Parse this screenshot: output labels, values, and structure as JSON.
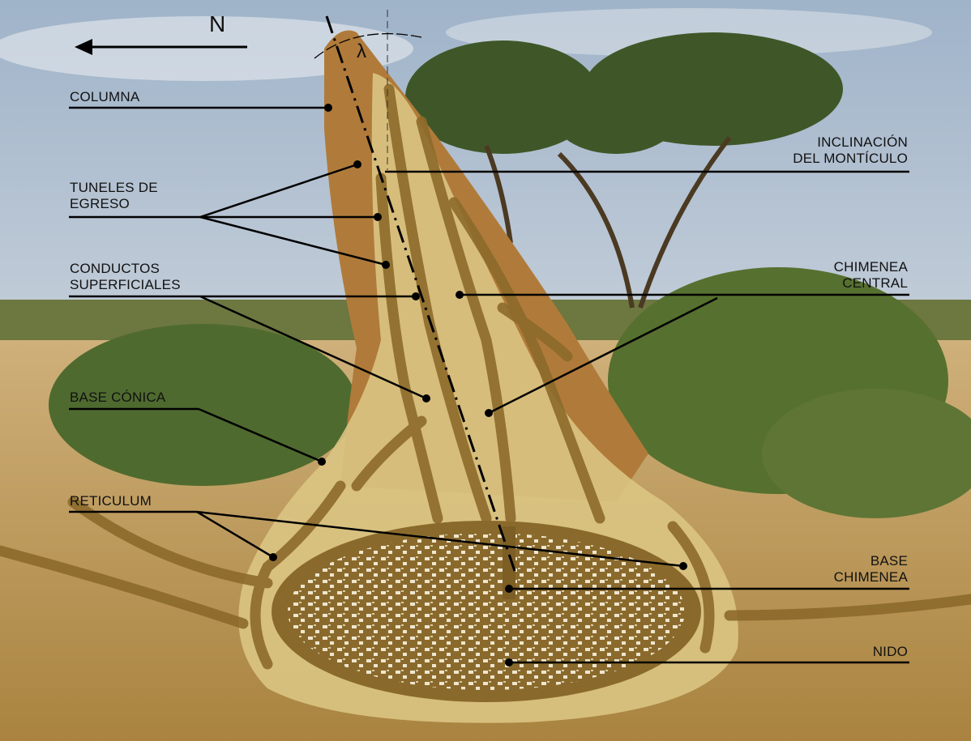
{
  "compass": {
    "label": "N",
    "icon": "north-arrow-icon"
  },
  "angle": {
    "symbol": "λ"
  },
  "labels": {
    "columna": [
      "COLUMNA"
    ],
    "tuneles": [
      "TUNELES DE",
      "EGRESO"
    ],
    "conductos": [
      "CONDUCTOS",
      "SUPERFICIALES"
    ],
    "base_conica": [
      "BASE CÓNICA"
    ],
    "reticulum": [
      "RETICULUM"
    ],
    "inclinacion": [
      "INCLINACIÓN",
      "DEL MONTÍCULO"
    ],
    "chimenea_central": [
      "CHIMENEA",
      "CENTRAL"
    ],
    "base_chimenea": [
      "BASE",
      "CHIMENEA"
    ],
    "nido": [
      "NIDO"
    ]
  },
  "colors": {
    "sky_top": "#aebfd0",
    "sky_low": "#d9dde2",
    "grass": "#c9a56a",
    "bush": "#556b35",
    "mound_rock": "#b5813f",
    "overlay_fill": "#dcc684",
    "overlay_channel": "#8c6a2b",
    "leader": "#000000"
  }
}
